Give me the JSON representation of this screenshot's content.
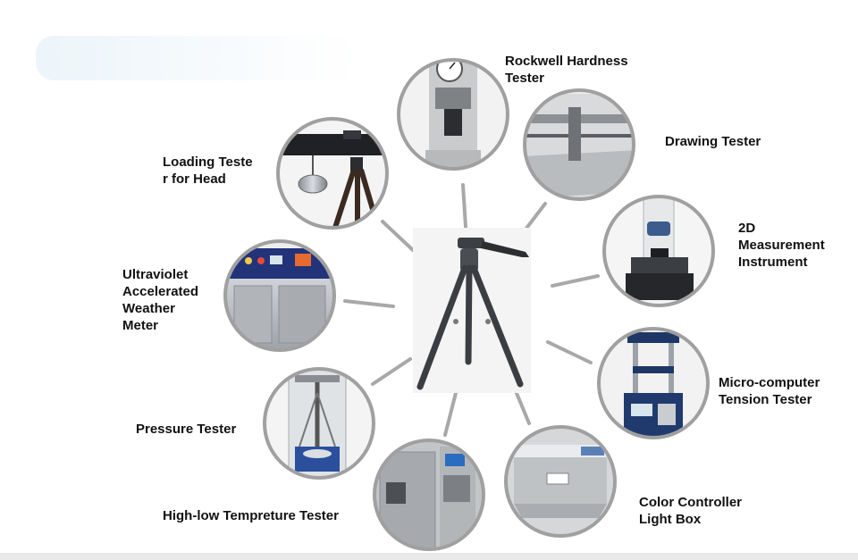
{
  "center": {
    "name": "tripod-icon"
  },
  "testers": [
    {
      "id": "rockwell",
      "label": "Rockwell Hardness\nTester",
      "icon": "hardness-tester-icon"
    },
    {
      "id": "drawing",
      "label": "Drawing Tester",
      "icon": "drawing-tester-icon"
    },
    {
      "id": "measure2d",
      "label": "2D\nMeasurement\nInstrument",
      "icon": "measurement-instrument-icon"
    },
    {
      "id": "tension",
      "label": "Micro-computer\nTension Tester",
      "icon": "tension-tester-icon"
    },
    {
      "id": "lightbox",
      "label": "Color Controller\nLight Box",
      "icon": "light-box-icon"
    },
    {
      "id": "highlow",
      "label": "High-low Tempreture Tester",
      "icon": "temperature-chamber-icon"
    },
    {
      "id": "pressure",
      "label": "Pressure Tester",
      "icon": "pressure-tester-icon"
    },
    {
      "id": "uv",
      "label": "Ultraviolet\nAccelerated\nWeather\nMeter",
      "icon": "uv-weather-meter-icon"
    },
    {
      "id": "loading",
      "label": "Loading Teste\nr for Head",
      "icon": "loading-tester-icon"
    }
  ],
  "colors": {
    "ring": "#a0a0a0",
    "connector": "#a8a8a8",
    "text": "#111111"
  }
}
